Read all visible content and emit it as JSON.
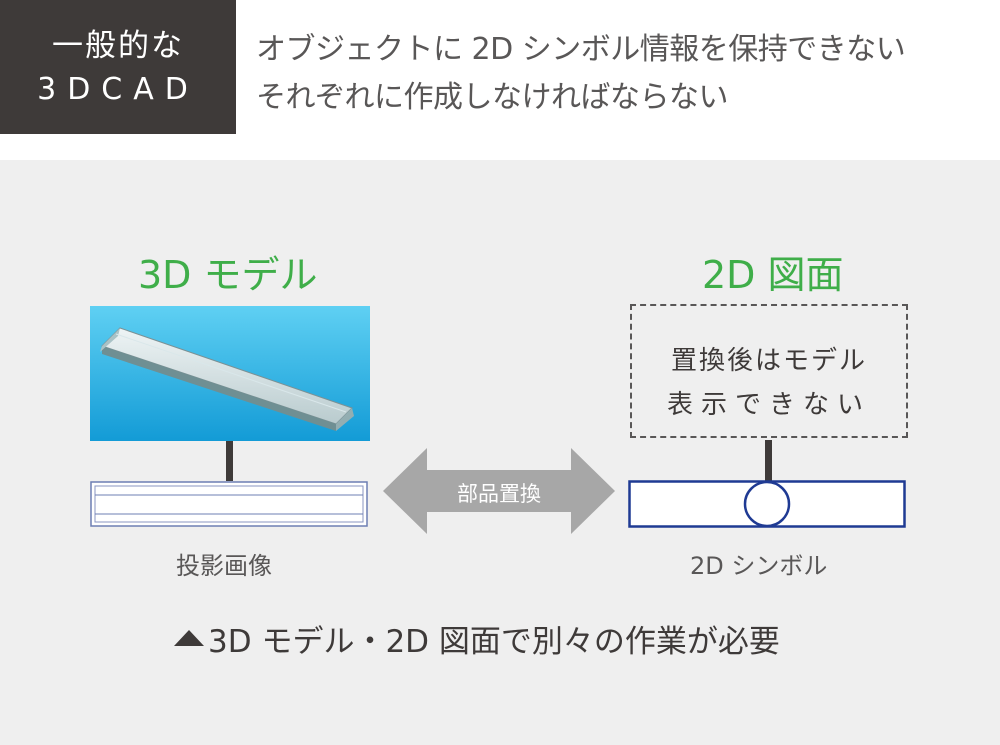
{
  "header": {
    "tag_line1": "一般的な",
    "tag_line2": "3DCAD",
    "line1": "オブジェクトに 2D シンボル情報を保持できない",
    "line2": "それぞれに作成しなければならない"
  },
  "left": {
    "title": "3D モデル",
    "caption": "投影画像"
  },
  "right": {
    "title": "2D 図面",
    "box_line1": "置換後はモデル",
    "box_line2": "表示できない",
    "caption": "2D シンボル"
  },
  "arrow": {
    "label": "部品置換"
  },
  "footnote": "3D モデル・2D 図面で別々の作業が必要",
  "colors": {
    "accent_green": "#3fae49",
    "dark": "#3e3a39",
    "symbol_blue": "#1f3a93",
    "sky": "#23b5e6",
    "panel": "#efefef"
  },
  "icons": {
    "footnote_marker": "triangle-up-icon"
  }
}
